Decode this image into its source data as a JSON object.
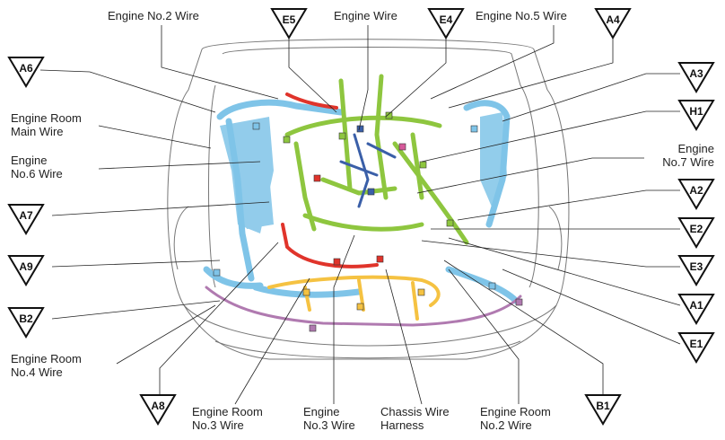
{
  "labels": {
    "engine_no2_wire": "Engine No.2 Wire",
    "engine_wire": "Engine Wire",
    "engine_no5_wire": "Engine No.5 Wire",
    "engine_room_main_wire": "Engine Room\nMain Wire",
    "engine_no6_wire": "Engine\nNo.6 Wire",
    "engine_no7_wire": "Engine\nNo.7 Wire",
    "engine_room_no4_wire": "Engine Room\nNo.4 Wire",
    "engine_room_no3_wire": "Engine Room\nNo.3 Wire",
    "engine_no3_wire": "Engine\nNo.3 Wire",
    "chassis_wire_harness": "Chassis Wire\nHarness",
    "engine_room_no2_wire": "Engine Room\nNo.2 Wire"
  },
  "markers": {
    "e5": "E5",
    "e4": "E4",
    "a4": "A4",
    "a6": "A6",
    "a3": "A3",
    "h1": "H1",
    "a7": "A7",
    "a2": "A2",
    "e2": "E2",
    "a9": "A9",
    "e3": "E3",
    "b2": "B2",
    "a1": "A1",
    "e1": "E1",
    "a8": "A8",
    "b1": "B1"
  },
  "colors": {
    "blue_wire": "#7fc4e8",
    "green_wire": "#8ec63f",
    "yellow_wire": "#f5c242",
    "red_wire": "#e0342b",
    "purple_wire": "#b07ab0",
    "dark_blue_wire": "#3a5fa8"
  }
}
